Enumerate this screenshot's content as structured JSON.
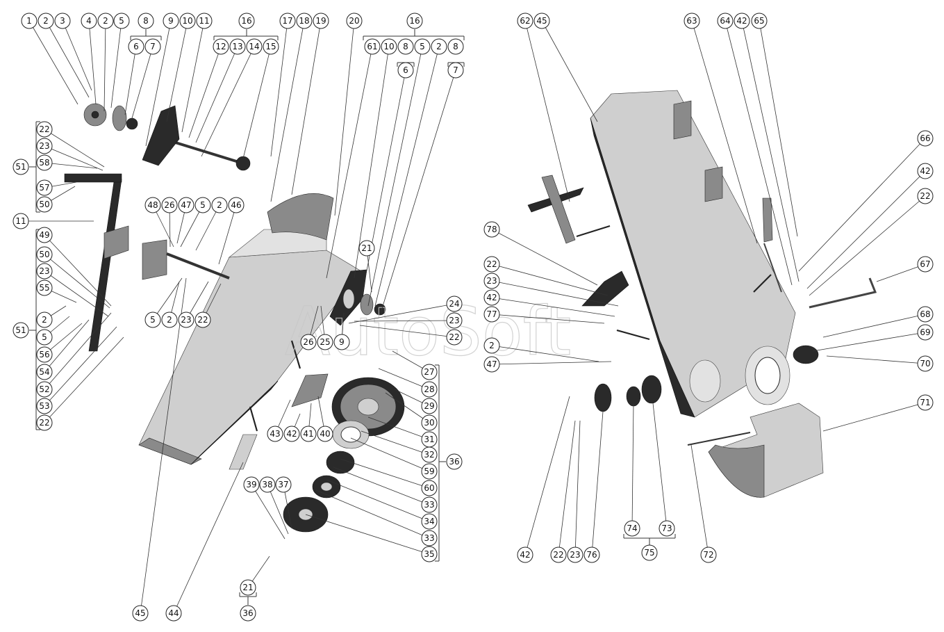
{
  "watermark": "AutoSoft",
  "callouts": [
    "1",
    "2",
    "3",
    "4",
    "2",
    "5",
    "8",
    "6",
    "7",
    "9",
    "10",
    "11",
    "16",
    "12",
    "13",
    "14",
    "15",
    "17",
    "18",
    "19",
    "20",
    "16",
    "61",
    "10",
    "8",
    "6",
    "5",
    "2",
    "8",
    "7",
    "22",
    "23",
    "58",
    "51",
    "57",
    "50",
    "11",
    "48",
    "26",
    "47",
    "5",
    "2",
    "46",
    "49",
    "50",
    "23",
    "55",
    "2",
    "5",
    "56",
    "54",
    "52",
    "53",
    "22",
    "51",
    "5",
    "2",
    "23",
    "22",
    "21",
    "24",
    "23",
    "22",
    "26",
    "25",
    "9",
    "27",
    "28",
    "29",
    "30",
    "31",
    "32",
    "59",
    "60",
    "33",
    "34",
    "33",
    "35",
    "36",
    "43",
    "42",
    "41",
    "40",
    "39",
    "38",
    "37",
    "21",
    "36",
    "45",
    "44",
    "62",
    "45",
    "63",
    "64",
    "42",
    "65",
    "66",
    "42",
    "22",
    "67",
    "68",
    "69",
    "70",
    "71",
    "78",
    "22",
    "23",
    "42",
    "77",
    "2",
    "47",
    "42",
    "22",
    "23",
    "76",
    "74",
    "73",
    "75",
    "72"
  ]
}
